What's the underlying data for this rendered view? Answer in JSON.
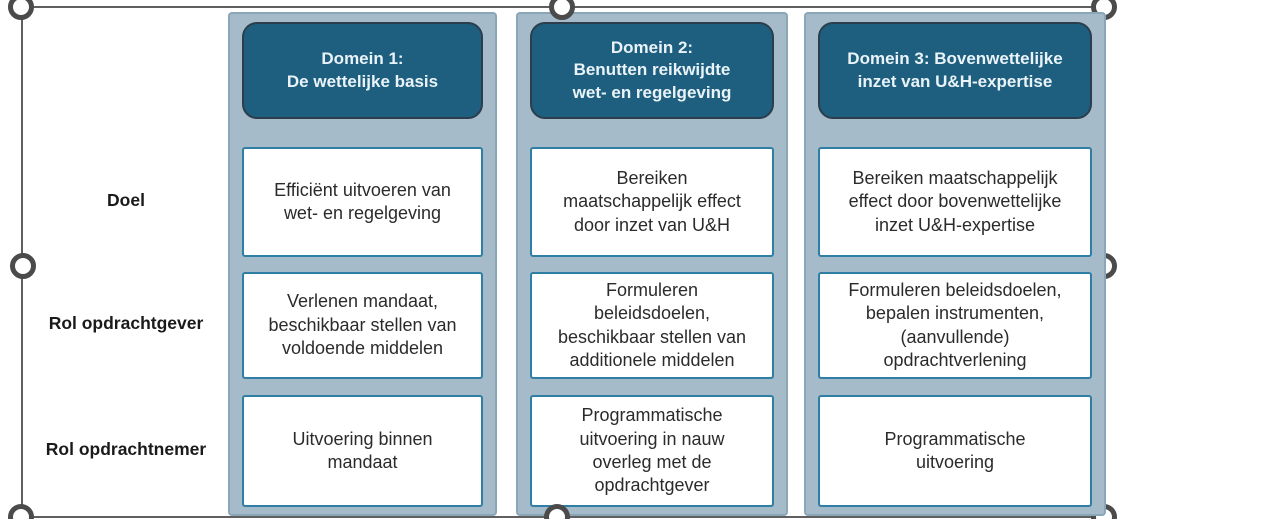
{
  "diagram": {
    "row_labels": [
      "Doel",
      "Rol opdrachtgever",
      "Rol opdrachtnemer"
    ],
    "columns": [
      {
        "header": "Domein 1:\nDe wettelijke basis",
        "cells": [
          "Efficiënt uitvoeren van\nwet- en regelgeving",
          "Verlenen mandaat,\nbeschikbaar stellen van\nvoldoende middelen",
          "Uitvoering binnen\nmandaat"
        ]
      },
      {
        "header": "Domein 2:\nBenutten reikwijdte\nwet- en regelgeving",
        "cells": [
          "Bereiken\nmaatschappelijk effect\ndoor inzet van U&H",
          "Formuleren\nbeleidsdoelen,\nbeschikbaar stellen van\nadditionele middelen",
          "Programmatische\nuitvoering in nauw\noverleg met de\nopdrachtgever"
        ]
      },
      {
        "header": "Domein 3: Bovenwettelijke\ninzet van U&H-expertise",
        "cells": [
          "Bereiken maatschappelijk\neffect door bovenwettelijke\ninzet U&H-expertise",
          "Formuleren beleidsdoelen,\nbepalen instrumenten,\n(aanvullende)\nopdrachtverlening",
          "Programmatische\nuitvoering"
        ]
      }
    ],
    "colors": {
      "header_fill": "#1E5F80",
      "header_border": "#2C3E4D",
      "header_text": "#EAF3F8",
      "panel_fill": "#A6BBC9",
      "panel_border": "#8AA6B7",
      "cell_fill": "#FFFFFF",
      "cell_border": "#2F7EA3",
      "body_text": "#2B2B2B",
      "label_text": "#1A1A1A",
      "selection_line": "#5F5F5F",
      "handle_ring": "#4B4B4B"
    },
    "selection": {
      "handle_shape": "circle"
    }
  }
}
